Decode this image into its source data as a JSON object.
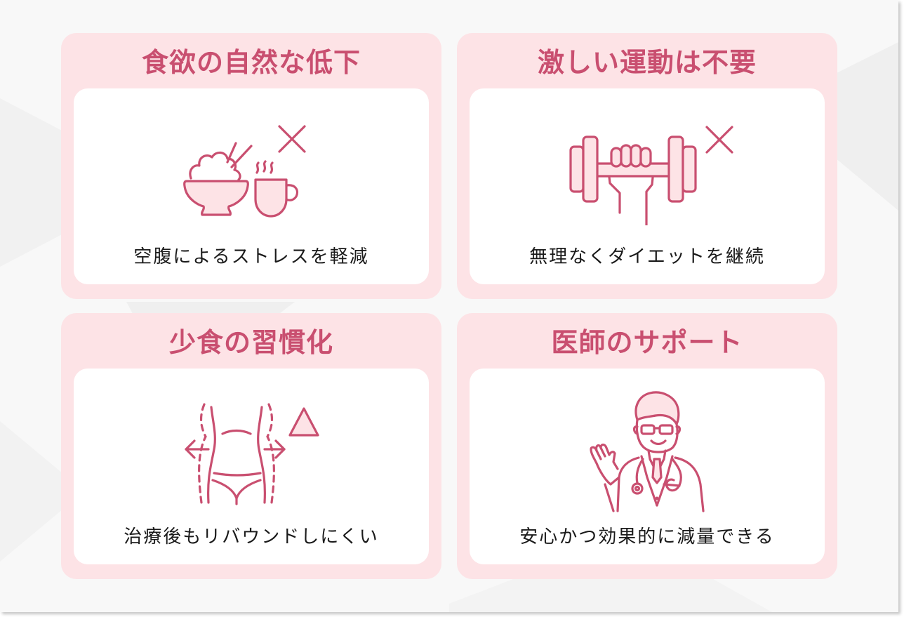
{
  "colors": {
    "accent": "#c94f70",
    "card_background": "#fde3e6",
    "inner_background": "#ffffff",
    "page_background": "#f8f8f8",
    "caption_text": "#1a1a1a"
  },
  "cards": [
    {
      "title": "食欲の自然な低下",
      "caption": "空腹によるストレスを軽減",
      "icon": "rice-bowl-and-cup-with-cross-icon",
      "mark": "cross"
    },
    {
      "title": "激しい運動は不要",
      "caption": "無理なくダイエットを継続",
      "icon": "dumbbell-hand-with-cross-icon",
      "mark": "cross"
    },
    {
      "title": "少食の習慣化",
      "caption": "治療後もリバウンドしにくい",
      "icon": "waist-slimming-with-triangle-icon",
      "mark": "triangle"
    },
    {
      "title": "医師のサポート",
      "caption": "安心かつ効果的に減量できる",
      "icon": "doctor-with-stethoscope-icon",
      "mark": "none"
    }
  ]
}
